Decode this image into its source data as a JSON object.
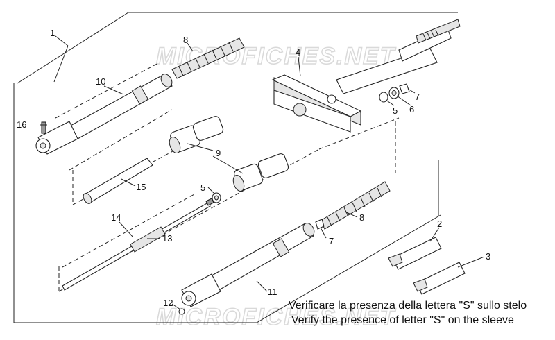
{
  "watermark": "MICROFICHES.NET",
  "callouts": {
    "c1": "1",
    "c2": "2",
    "c3": "3",
    "c4": "4",
    "c5a": "5",
    "c5b": "5",
    "c6": "6",
    "c7a": "7",
    "c7b": "7",
    "c8a": "8",
    "c8b": "8",
    "c9": "9",
    "c10": "10",
    "c11": "11",
    "c12": "12",
    "c13": "13",
    "c14": "14",
    "c15": "15",
    "c16": "16"
  },
  "note": {
    "italian": "Verificare la presenza della lettera \"S\" sullo stelo",
    "english": "Verify the presence of letter \"S\" on the sleeve"
  }
}
